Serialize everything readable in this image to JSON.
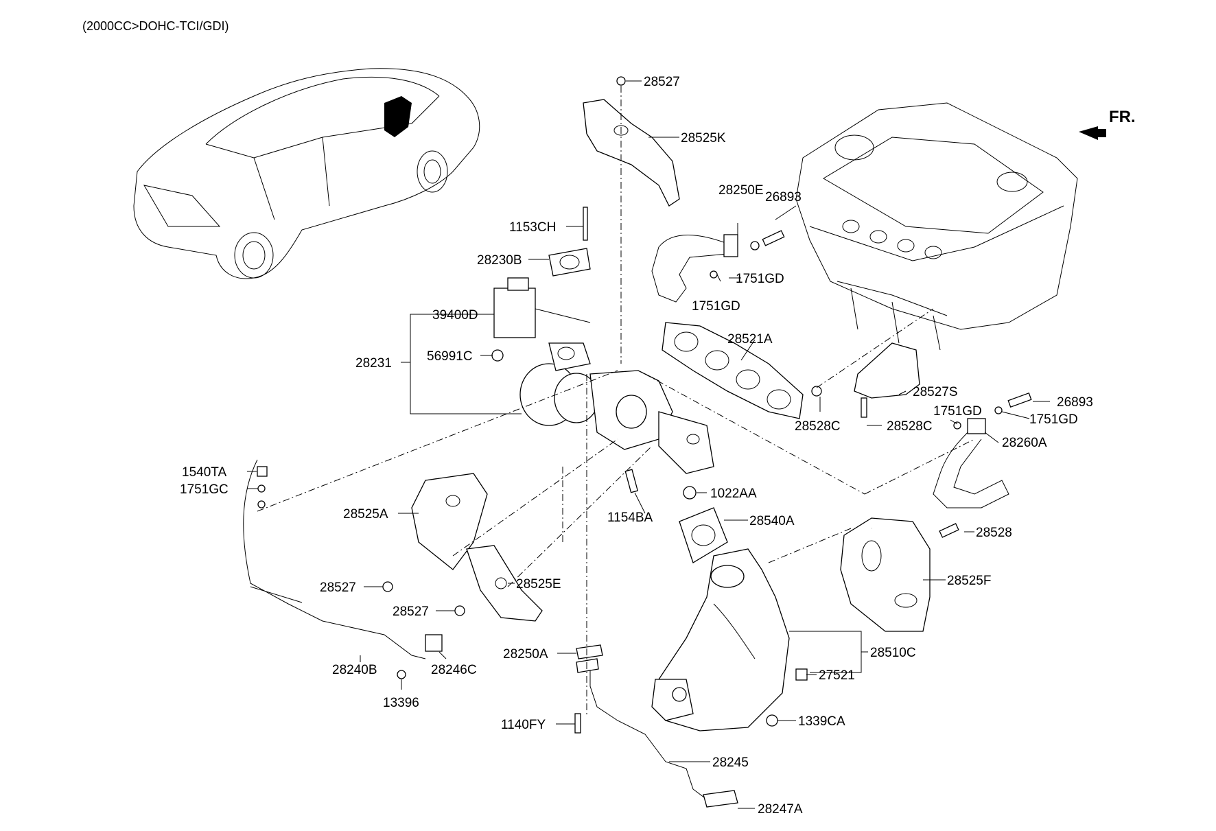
{
  "header": {
    "variant": "(2000CC>DOHC-TCI/GDI)"
  },
  "direction": {
    "label": "FR."
  },
  "labels": {
    "p28527_top": "28527",
    "p28525K": "28525K",
    "p26893_top": "26893",
    "p28250E": "28250E",
    "p1153CH": "1153CH",
    "p28230B": "28230B",
    "p1751GD_a": "1751GD",
    "p1751GD_b": "1751GD",
    "p39400D": "39400D",
    "p28231": "28231",
    "p56991C": "56991C",
    "p28521A": "28521A",
    "p28527S": "28527S",
    "p26893_right": "26893",
    "p1751GD_c": "1751GD",
    "p1751GD_d": "1751GD",
    "p28528C_a": "28528C",
    "p28528C_b": "28528C",
    "p28260A": "28260A",
    "p1540TA": "1540TA",
    "p1751GC": "1751GC",
    "p1022AA": "1022AA",
    "p1154BA": "1154BA",
    "p28540A": "28540A",
    "p28525A": "28525A",
    "p28528": "28528",
    "p28525F": "28525F",
    "p28527_a": "28527",
    "p28525E": "28525E",
    "p28527_b": "28527",
    "p28250A": "28250A",
    "p28510C": "28510C",
    "p27521": "27521",
    "p28240B": "28240B",
    "p28246C": "28246C",
    "p13396": "13396",
    "p1339CA": "1339CA",
    "p1140FY": "1140FY",
    "p28245": "28245",
    "p28247A": "28247A"
  }
}
